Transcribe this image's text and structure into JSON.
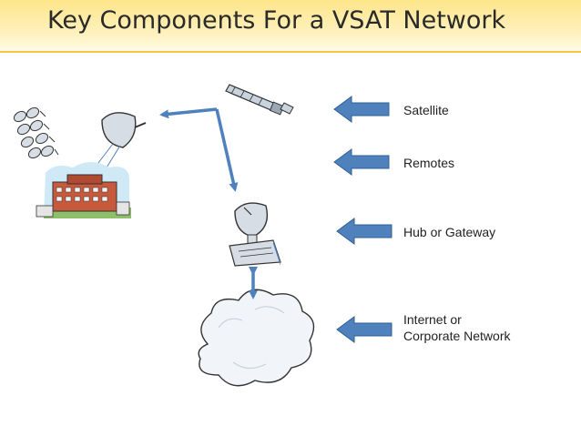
{
  "slide": {
    "title": "Key Components For a VSAT Network"
  },
  "components": [
    {
      "label": "Satellite",
      "icon": "satellite-icon"
    },
    {
      "label": "Remotes",
      "icon": "remote-dishes-icon"
    },
    {
      "label": "Hub or Gateway",
      "icon": "hub-dish-icon"
    },
    {
      "label_line1": "Internet or",
      "label_line2": "Corporate Network",
      "icon": "cloud-icon"
    }
  ],
  "colors": {
    "arrow_fill": "#4f81bd",
    "arrow_stroke": "#2f5f93",
    "title_band": "#fde58a",
    "accent_line": "#f5c542"
  }
}
